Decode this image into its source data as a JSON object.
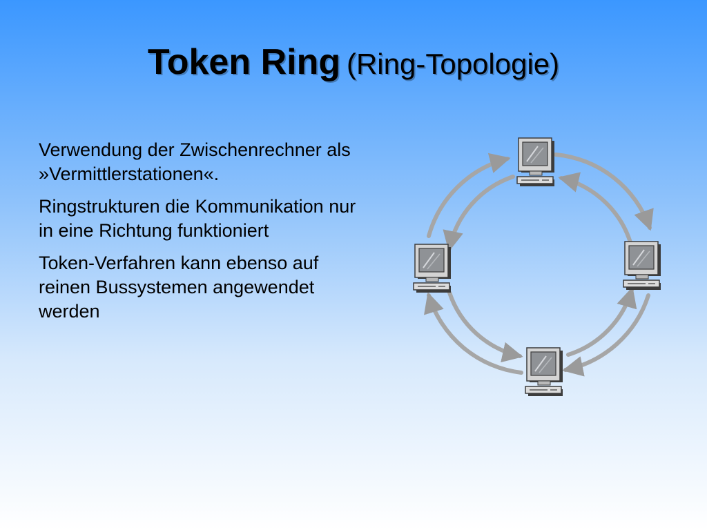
{
  "slide": {
    "title_main": "Token Ring",
    "title_sub": "(Ring-Topologie)",
    "paragraphs": [
      "Verwendung der Zwischenrechner als »Vermittlerstationen«.",
      "Ringstrukturen die Kommunikation nur in eine Richtung funktioniert",
      "Token-Verfahren kann ebenso auf reinen Bussystemen angewendet werden"
    ]
  },
  "diagram": {
    "nodes": [
      "top",
      "right",
      "bottom",
      "left"
    ],
    "ring_count": 2,
    "icons": {
      "node": "computer-icon",
      "connector": "arrow-icon"
    },
    "colors": {
      "ring": "#a6a6a6",
      "arrow": "#9c9c9c",
      "screen": "#8f9296",
      "case": "#d4d4d4"
    }
  }
}
